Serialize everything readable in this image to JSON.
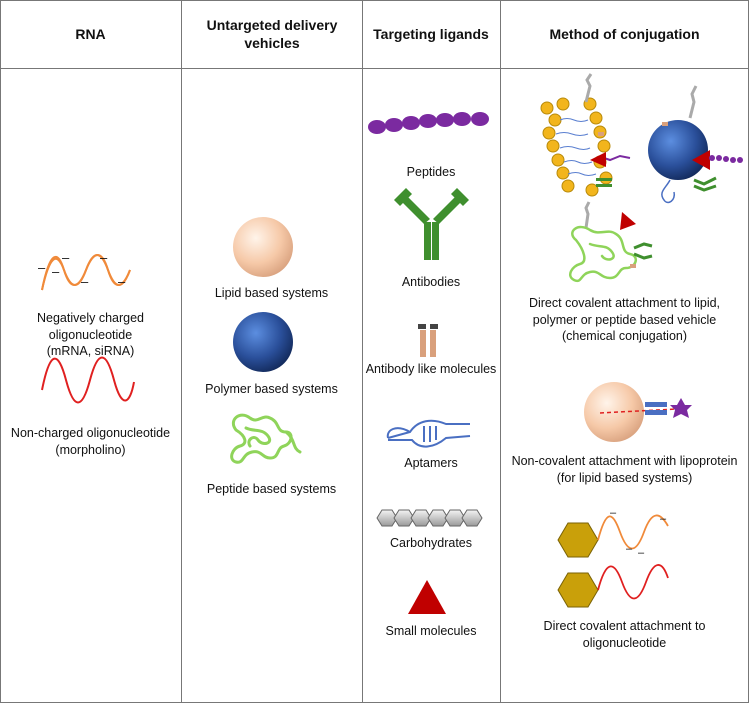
{
  "headers": {
    "rna": "RNA",
    "untargeted": "Untargeted delivery vehicles",
    "ligands": "Targeting ligands",
    "conjugation": "Method of conjugation"
  },
  "rna": {
    "negative_line1": "Negatively charged",
    "negative_line2": "oligonucleotide",
    "negative_line3": "(mRNA, siRNA)",
    "noncharged_line1": "Non-charged  oligonucleotide",
    "noncharged_line2": "(morpholino)"
  },
  "vehicles": {
    "lipid": "Lipid based systems",
    "polymer": "Polymer based systems",
    "peptide": "Peptide based systems"
  },
  "ligands": {
    "peptides": "Peptides",
    "antibodies": "Antibodies",
    "antibody_like": "Antibody like molecules",
    "aptamers": "Aptamers",
    "carbohydrates": "Carbohydrates",
    "small_molecules": "Small molecules"
  },
  "conjugation": {
    "covalent_line1": "Direct covalent attachment to lipid,",
    "covalent_line2": "polymer or peptide based vehicle",
    "covalent_line3": "(chemical conjugation)",
    "noncovalent_line1": "Non-covalent attachment with lipoprotein",
    "noncovalent_line2": "(for lipid based systems)",
    "oligo_line1": "Direct covalent attachment to",
    "oligo_line2": "oligonucleotide"
  },
  "colors": {
    "orange_rna": "#f08a3a",
    "red_rna": "#e02020",
    "lipid_sphere": "#f6c9a8",
    "polymer_sphere": "#2a4f9a",
    "peptide_green": "#8fd45a",
    "peptide_purple": "#7b2aa0",
    "antibody_green": "#3f8f2e",
    "aptamer_blue": "#4a6fc2",
    "small_molecule_red": "#c00000",
    "hexagon_gold": "#c9a00a",
    "lipid_head_yellow": "#f2b51c"
  }
}
